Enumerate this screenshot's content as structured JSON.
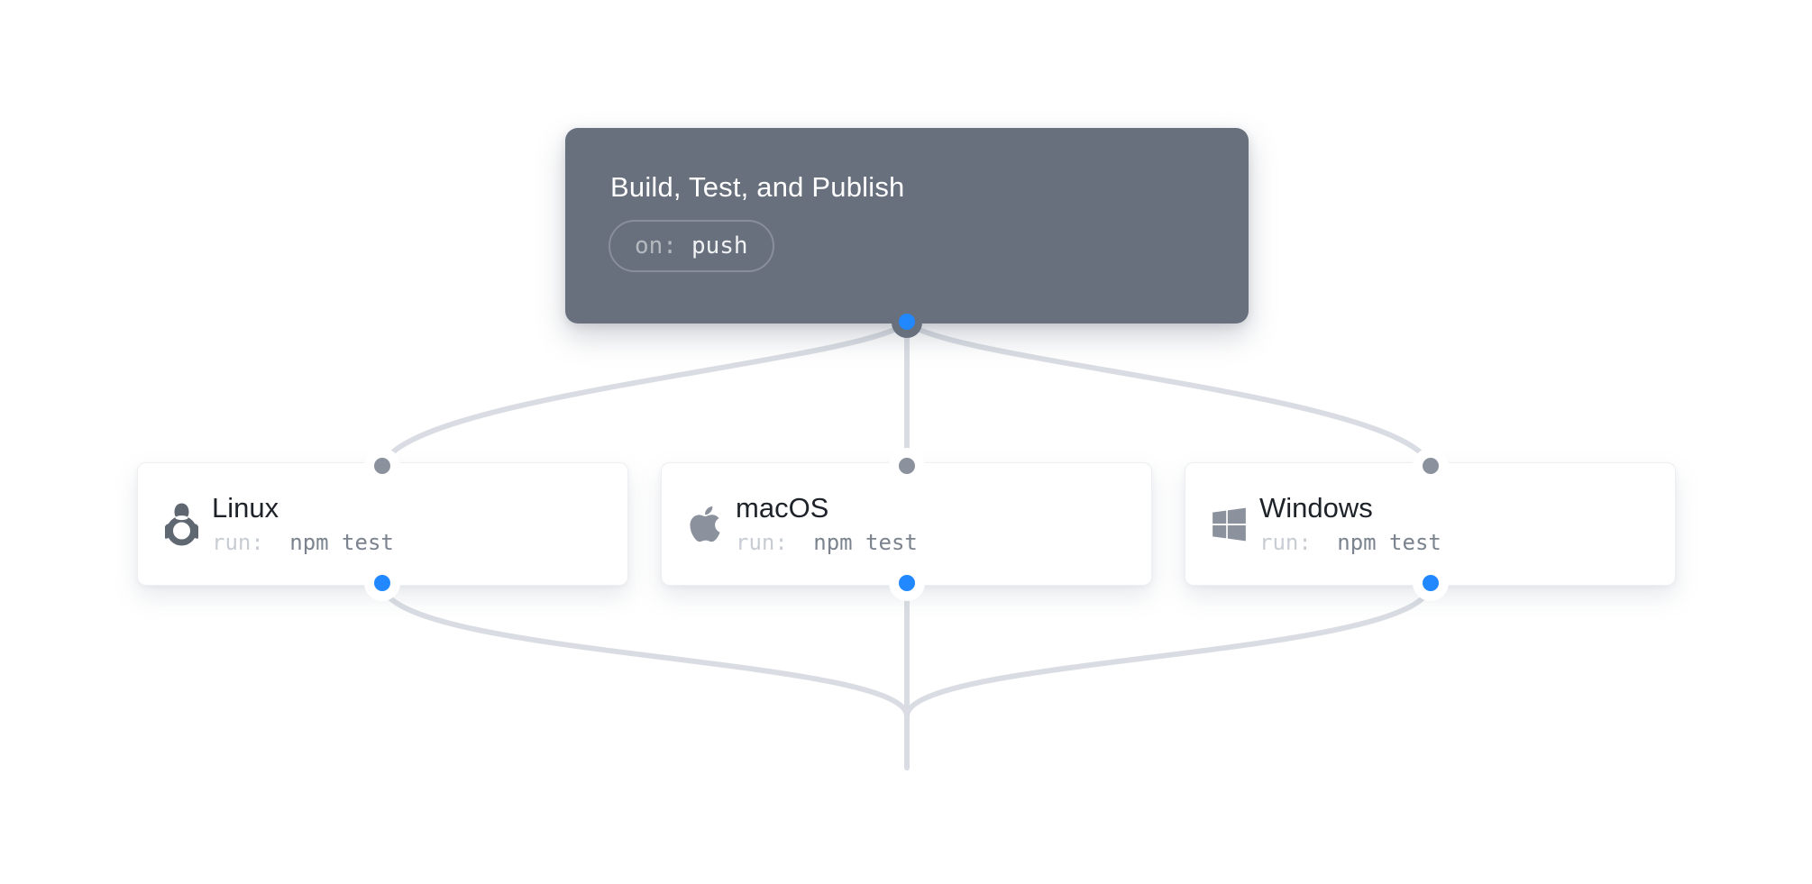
{
  "workflow": {
    "trigger": {
      "title": "Build, Test, and Publish",
      "badge_key": "on:",
      "badge_value": "push"
    },
    "jobs": [
      {
        "title": "Linux",
        "command_key": "run:",
        "command_value": "npm test",
        "icon": "linux-tux-icon"
      },
      {
        "title": "macOS",
        "command_key": "run:",
        "command_value": "npm test",
        "icon": "apple-icon"
      },
      {
        "title": "Windows",
        "command_key": "run:",
        "command_value": "npm test",
        "icon": "windows-icon"
      }
    ],
    "colors": {
      "canvas": "#ffffff",
      "trigger_card": "#68707e",
      "edge": "#d9dde3",
      "port_out_blue": "#2188ff",
      "port_in_gray": "#8b929e",
      "job_title": "#1e232a",
      "command_key": "#c8cdd4",
      "command_value": "#7b838e"
    }
  }
}
